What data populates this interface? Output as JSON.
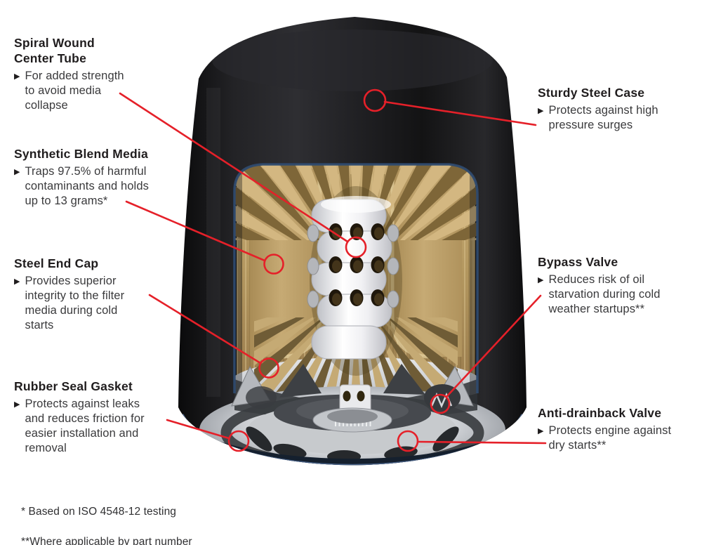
{
  "page": {
    "background": "#ffffff"
  },
  "colors": {
    "callout_red": "#e52029",
    "heading_text": "#201d1e",
    "body_text": "#3a3a3c",
    "case_black": "#1a1a1c",
    "media_tan": "#b3975f",
    "steel_silver": "#c7cacd",
    "rim_blue": "#2e4a6e"
  },
  "bullet_char": "▶",
  "callouts": [
    {
      "id": "spiral-wound-center-tube",
      "title": "Spiral Wound\nCenter Tube",
      "description": "For added strength\nto avoid media\ncollapse"
    },
    {
      "id": "synthetic-blend-media",
      "title": "Synthetic Blend Media",
      "description": "Traps 97.5% of harmful\ncontaminants and holds\nup to 13 grams*"
    },
    {
      "id": "steel-end-cap",
      "title": "Steel End Cap",
      "description": "Provides superior\nintegrity to the filter\nmedia during cold\nstarts"
    },
    {
      "id": "rubber-seal-gasket",
      "title": "Rubber Seal Gasket",
      "description": "Protects against leaks\nand reduces friction for\neasier installation and\nremoval"
    },
    {
      "id": "sturdy-steel-case",
      "title": "Sturdy Steel Case",
      "description": "Protects against high\npressure surges"
    },
    {
      "id": "bypass-valve",
      "title": "Bypass Valve",
      "description": "Reduces risk of oil\nstarvation during cold\nweather startups**"
    },
    {
      "id": "anti-drainback-valve",
      "title": "Anti-drainback Valve",
      "description": "Protects engine against\ndry starts**"
    }
  ],
  "footnotes": [
    "* Based on ISO 4548-12 testing",
    "**Where applicable by part number"
  ]
}
